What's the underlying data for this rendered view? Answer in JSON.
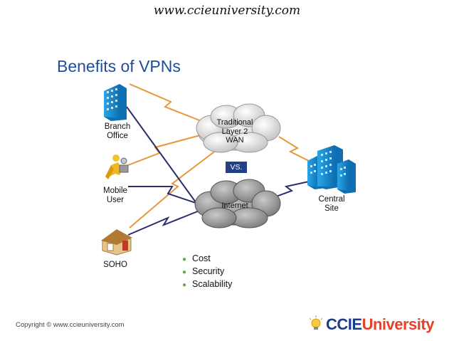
{
  "header": {
    "url": "www.ccieuniversity.com"
  },
  "slide": {
    "title": "Benefits of VPNs"
  },
  "nodes": {
    "branch_office": [
      "Branch",
      "Office"
    ],
    "mobile_user": [
      "Mobile",
      "User"
    ],
    "soho": "SOHO",
    "central_site": [
      "Central",
      "Site"
    ]
  },
  "clouds": {
    "wan": [
      "Traditional",
      "Layer 2",
      "WAN"
    ],
    "internet": "Internet"
  },
  "vs_label": "VS.",
  "benefits": [
    "Cost",
    "Security",
    "Scalability"
  ],
  "footer": {
    "copyright": "Copyright © www.ccieuniversity.com",
    "brand_part1": "CCIE",
    "brand_part2": "University"
  },
  "colors": {
    "wan_link": "#e8963a",
    "internet_link": "#2b2d6e",
    "building": "#1e90d6",
    "title": "#1f4e99",
    "vs_badge": "#243f86"
  }
}
